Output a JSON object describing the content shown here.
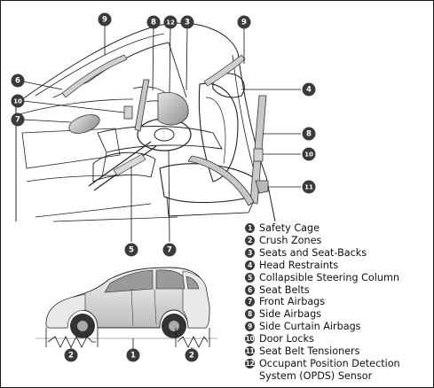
{
  "callouts": {
    "top_9_left": "9",
    "top_8": "8",
    "top_12": "12",
    "top_3": "3",
    "top_9_right": "9",
    "left_6": "6",
    "left_10": "10",
    "left_7": "7",
    "right_4": "4",
    "right_8": "8",
    "right_10": "10",
    "right_11": "11",
    "bottom_5": "5",
    "bottom_7": "7",
    "car_2_front": "2",
    "car_1": "1",
    "car_2_rear": "2"
  },
  "legend": [
    {
      "num": "1",
      "label": "Safety Cage"
    },
    {
      "num": "2",
      "label": "Crush Zones"
    },
    {
      "num": "3",
      "label": "Seats and Seat-Backs"
    },
    {
      "num": "4",
      "label": "Head Restraints"
    },
    {
      "num": "5",
      "label": "Collapsible Steering Column"
    },
    {
      "num": "6",
      "label": "Seat Belts"
    },
    {
      "num": "7",
      "label": "Front Airbags"
    },
    {
      "num": "8",
      "label": "Side Airbags"
    },
    {
      "num": "9",
      "label": "Side Curtain Airbags"
    },
    {
      "num": "10",
      "label": "Door Locks"
    },
    {
      "num": "11",
      "label": "Seat Belt Tensioners"
    },
    {
      "num": "12",
      "label": "Occupant Position Detection",
      "label_line2": "System (OPDS) Sensor"
    }
  ],
  "colors": {
    "frame": "#1a1a1a",
    "callout_fill": "#3a3a3a",
    "line_art": "#222222",
    "airbag_gray": "#b8b8b8",
    "car_body_gray": "#c9c9c9"
  }
}
